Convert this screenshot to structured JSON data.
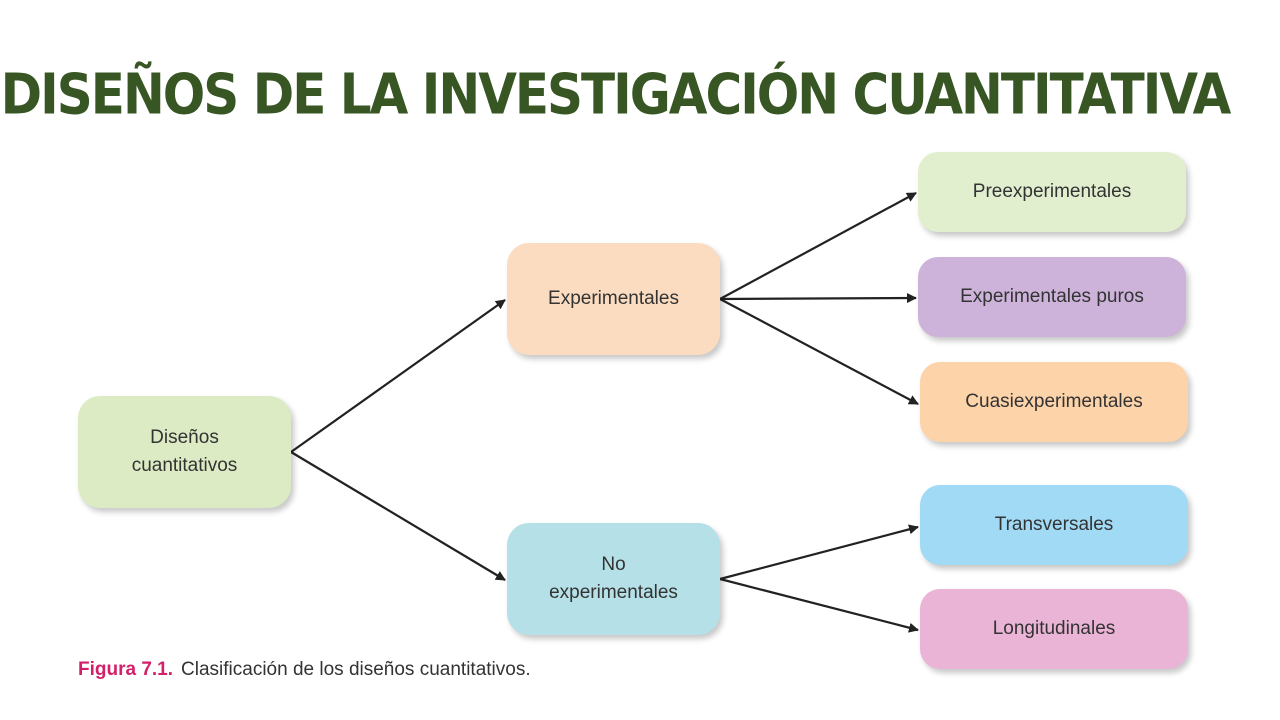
{
  "title": "DISEÑOS DE LA INVESTIGACIÓN CUANTITATIVA",
  "nodes": {
    "root": "Diseños\ncuantitativos",
    "experimentales": "Experimentales",
    "no_experimentales": "No\nexperimentales",
    "preexperimentales": "Preexperimentales",
    "experimentales_puros": "Experimentales puros",
    "cuasiexperimentales": "Cuasiexperimentales",
    "transversales": "Transversales",
    "longitudinales": "Longitudinales"
  },
  "caption": {
    "figure_label": "Figura 7.1.",
    "text": "Clasificación de los diseños cuantitativos."
  },
  "colors": {
    "title": "#375623",
    "caption_label": "#d41f6a",
    "arrow": "#222222"
  }
}
